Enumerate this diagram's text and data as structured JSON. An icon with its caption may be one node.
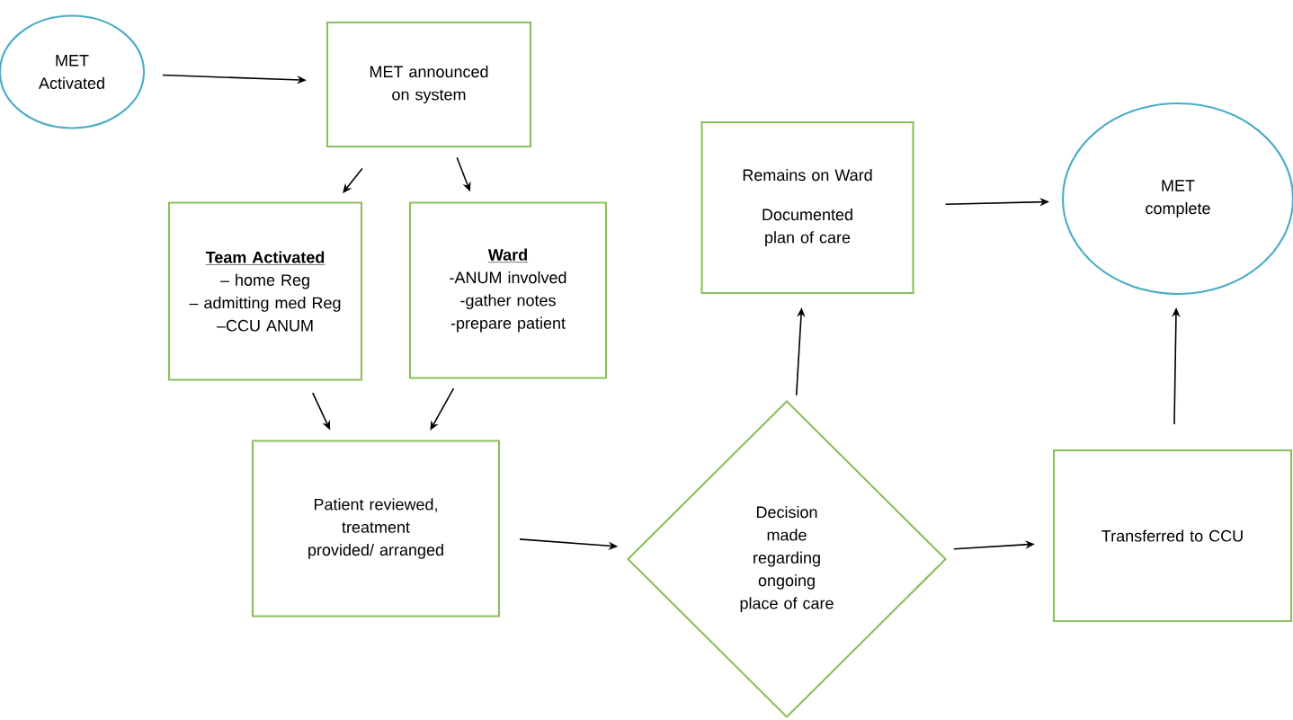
{
  "diagram": {
    "nodes": [
      {
        "text": [
          "MET Activated"
        ]
      },
      {
        "text": [
          "MET announced on system"
        ]
      },
      {
        "text": [
          "Team Activated",
          "– home Reg",
          "– admitting med Reg",
          "–CCU ANUM"
        ]
      },
      {
        "text": [
          "Ward",
          "-ANUM involved",
          "-gather notes",
          "-prepare patient"
        ]
      },
      {
        "text": [
          "Patient reviewed, treatment provided/ arranged"
        ]
      },
      {
        "text": [
          "Decision made regarding ongoing place of care"
        ]
      },
      {
        "text": [
          "Remains on Ward",
          "Documented plan of care"
        ]
      },
      {
        "text": [
          "MET complete"
        ]
      },
      {
        "text": [
          "Transferred to CCU"
        ]
      }
    ],
    "edges": [
      {
        "from": 0,
        "to": 1,
        "arrow": "to"
      },
      {
        "from": 1,
        "to": 2,
        "arrow": "to"
      },
      {
        "from": 1,
        "to": 3,
        "arrow": "to"
      },
      {
        "from": 2,
        "to": 4,
        "arrow": "to"
      },
      {
        "from": 3,
        "to": 4,
        "arrow": "to"
      },
      {
        "from": 4,
        "to": 5,
        "arrow": "to"
      },
      {
        "from": 5,
        "to": 6,
        "arrow": "to"
      },
      {
        "from": 5,
        "to": 8,
        "arrow": "to"
      },
      {
        "from": 6,
        "to": 7,
        "arrow": "to"
      },
      {
        "from": 8,
        "to": 7,
        "arrow": "to"
      }
    ]
  }
}
